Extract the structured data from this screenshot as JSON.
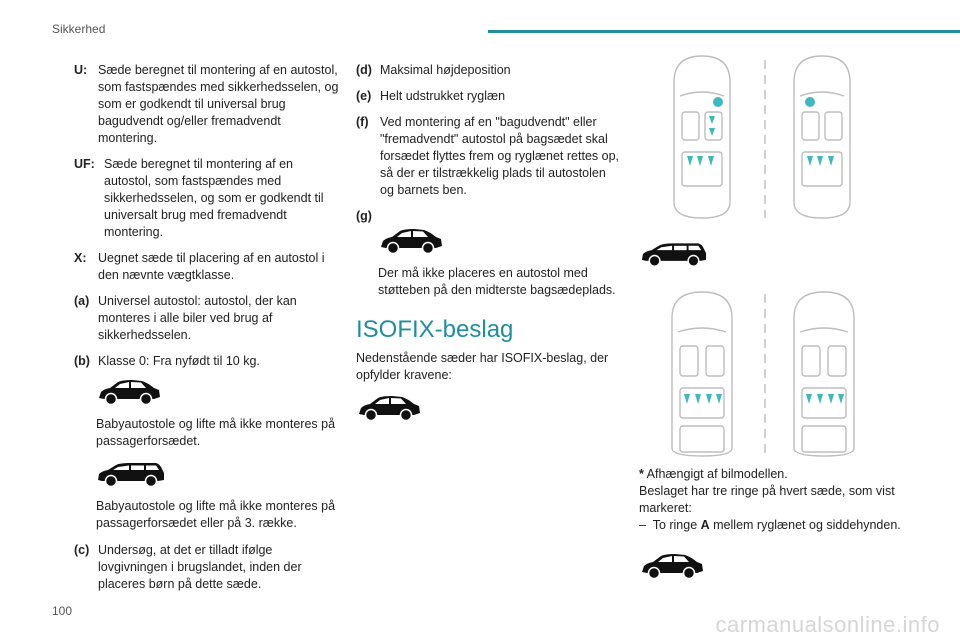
{
  "header": {
    "title": "Sikkerhed"
  },
  "col1": {
    "u": {
      "label": "U:",
      "text": "Sæde beregnet til montering af en autostol, som fastspændes med sikkerhedsselen, og som er godkendt til universal brug bagudvendt og/eller fremadvendt montering."
    },
    "uf": {
      "label": "UF:",
      "text": "Sæde beregnet til montering af en autostol, som fastspændes med sikkerhedsselen, og som er godkendt til universalt brug med fremadvendt montering."
    },
    "x": {
      "label": "X:",
      "text": "Uegnet sæde til placering af en autostol i den nævnte vægtklasse."
    },
    "a": {
      "label": "(a)",
      "text": "Universel autostol: autostol, der kan monteres i alle biler ved brug af sikkerhedsselen."
    },
    "b": {
      "label": "(b)",
      "text": "Klasse 0: Fra nyfødt til 10 kg."
    },
    "b_note1": "Babyautostole og lifte må ikke monteres på passagerforsædet.",
    "b_note2": "Babyautostole og lifte må ikke monteres på passagerforsædet eller på 3. række.",
    "c": {
      "label": "(c)",
      "text": "Undersøg, at det er tilladt ifølge lovgivningen i brugslandet, inden der placeres børn på dette sæde."
    }
  },
  "col2": {
    "d": {
      "label": "(d)",
      "text": "Maksimal højdeposition"
    },
    "e": {
      "label": "(e)",
      "text": "Helt udstrukket ryglæn"
    },
    "f": {
      "label": "(f)",
      "text": "Ved montering af en \"bagudvendt\" eller \"fremadvendt\" autostol på bagsædet skal forsædet flyttes frem og ryglænet rettes op, så der er tilstrækkelig plads til autostolen og barnets ben."
    },
    "g": {
      "label": "(g)"
    },
    "g_note": "Der må ikke placeres en autostol med støtteben på den midterste bagsædeplads.",
    "section_title": "ISOFIX-beslag",
    "section_text": "Nedenstående sæder har ISOFIX-beslag, der opfylder kravene:"
  },
  "footnote": {
    "star": "*",
    "line1": " Afhængigt af bilmodellen.",
    "line2": "Beslaget har tre ringe på hvert sæde, som vist markeret:",
    "dash": "–",
    "ring_pre": "To ringe ",
    "ring_letter": "A",
    "ring_post": " mellem ryglænet og siddehynden."
  },
  "footer": {
    "page_number": "100",
    "watermark": "carmanualsonline.info"
  },
  "colors": {
    "accent": "#1f8fa0",
    "seat_mark": "#3fb8c0"
  }
}
